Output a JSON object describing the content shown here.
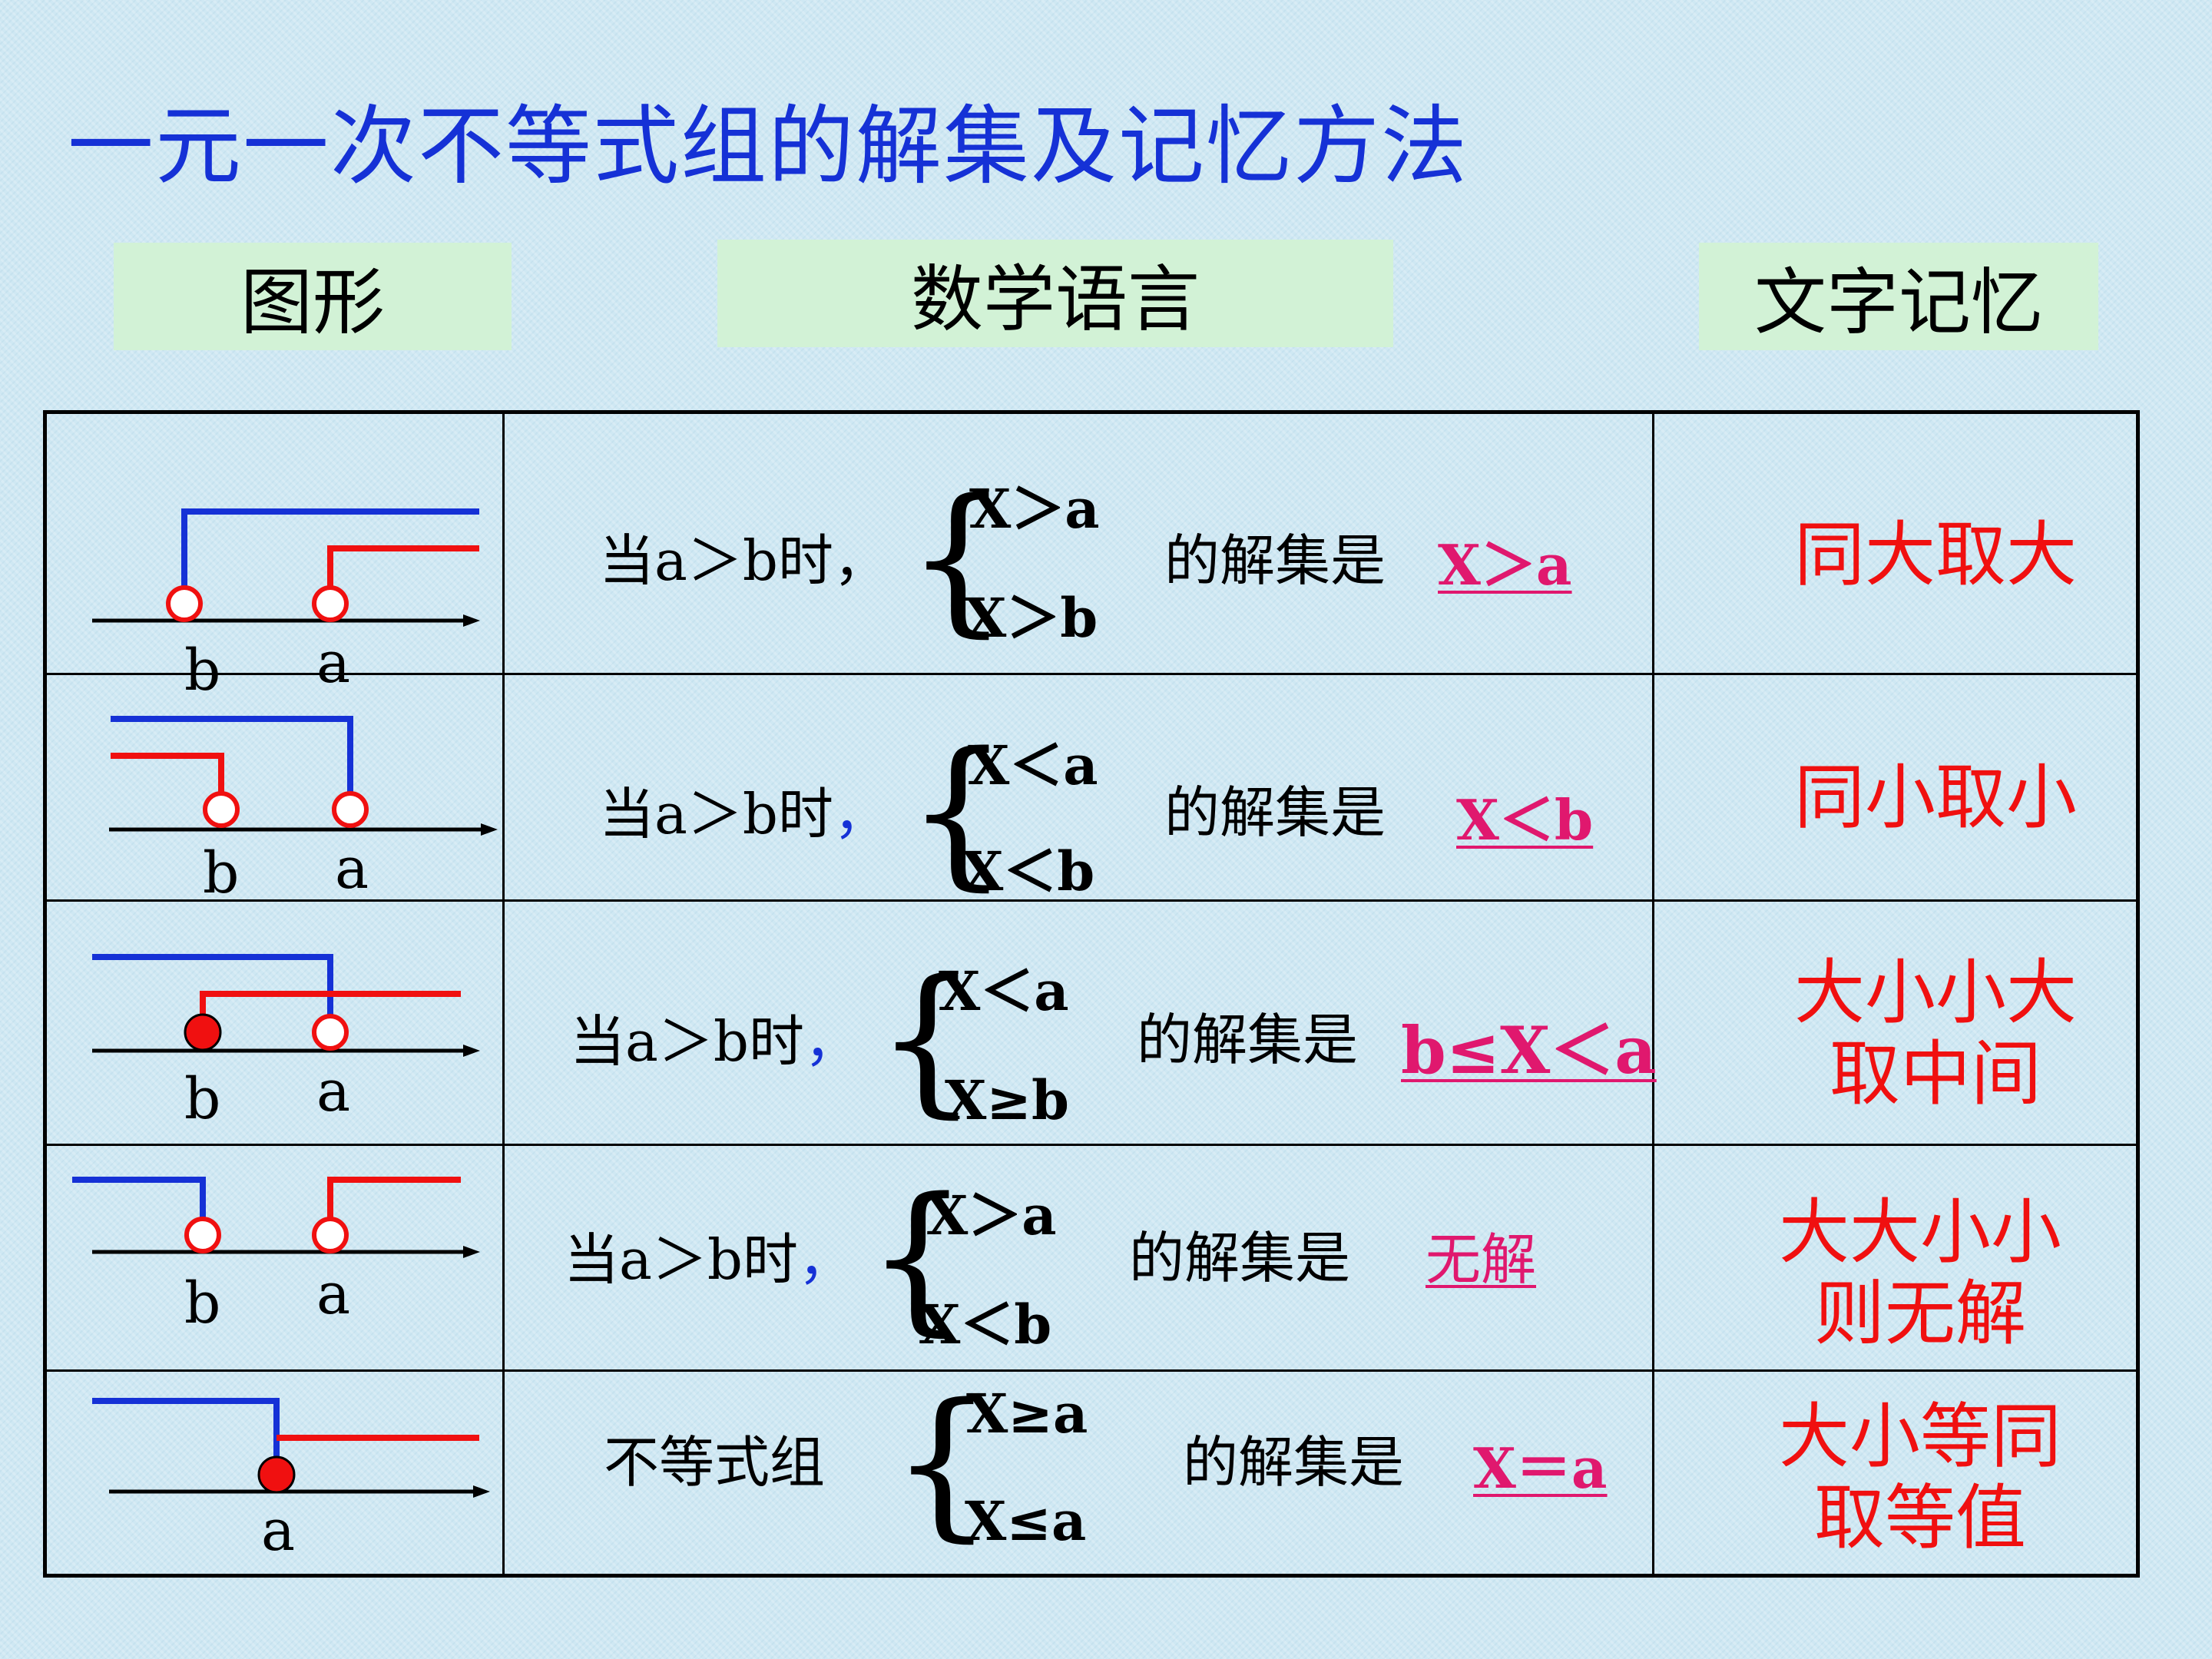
{
  "title": "一元一次不等式组的解集及记忆方法",
  "headers": {
    "figure": "图形",
    "math": "数学语言",
    "text": "文字记忆"
  },
  "rows": [
    {
      "cond": "当a＞b时，",
      "line1": "X＞a",
      "line2": "X＞b",
      "label": "的解集是",
      "answer": "X＞a",
      "memory": [
        "同大取大"
      ],
      "fig_labels": [
        "b",
        "a"
      ]
    },
    {
      "cond_main": "当a＞b时",
      "cond_comma": "，",
      "line1": "X＜a",
      "line2": "X＜b",
      "label": "的解集是",
      "answer": "X＜b",
      "memory": [
        "同小取小"
      ],
      "fig_labels": [
        "b",
        "a"
      ]
    },
    {
      "cond_main": "当a＞b时",
      "cond_comma": "，",
      "line1": "X＜a",
      "line2": "X≥b",
      "label": "的解集是",
      "answer": "b≤X＜a",
      "memory": [
        "大小小大",
        "取中间"
      ],
      "fig_labels": [
        "b",
        "a"
      ]
    },
    {
      "cond_main": "当a＞b时",
      "cond_comma": "，",
      "line1": "X＞a",
      "line2": "X＜b",
      "label": "的解集是",
      "answer": "无解",
      "memory": [
        "大大小小",
        "则无解"
      ],
      "fig_labels": [
        "b",
        "a"
      ]
    },
    {
      "cond": "不等式组",
      "line1": "X≥a",
      "line2": "X≤a",
      "label": "的解集是",
      "answer": "X＝a",
      "memory": [
        "大小等同",
        "取等值"
      ],
      "fig_labels": [
        "a"
      ]
    }
  ],
  "brace": "{",
  "colors": {
    "title": "#1531d6",
    "blue_ray": "#1531d6",
    "red_ray": "#f01010",
    "answer": "#e0186e",
    "memory": "#f01010",
    "header_bg": "#d2f2d6"
  }
}
